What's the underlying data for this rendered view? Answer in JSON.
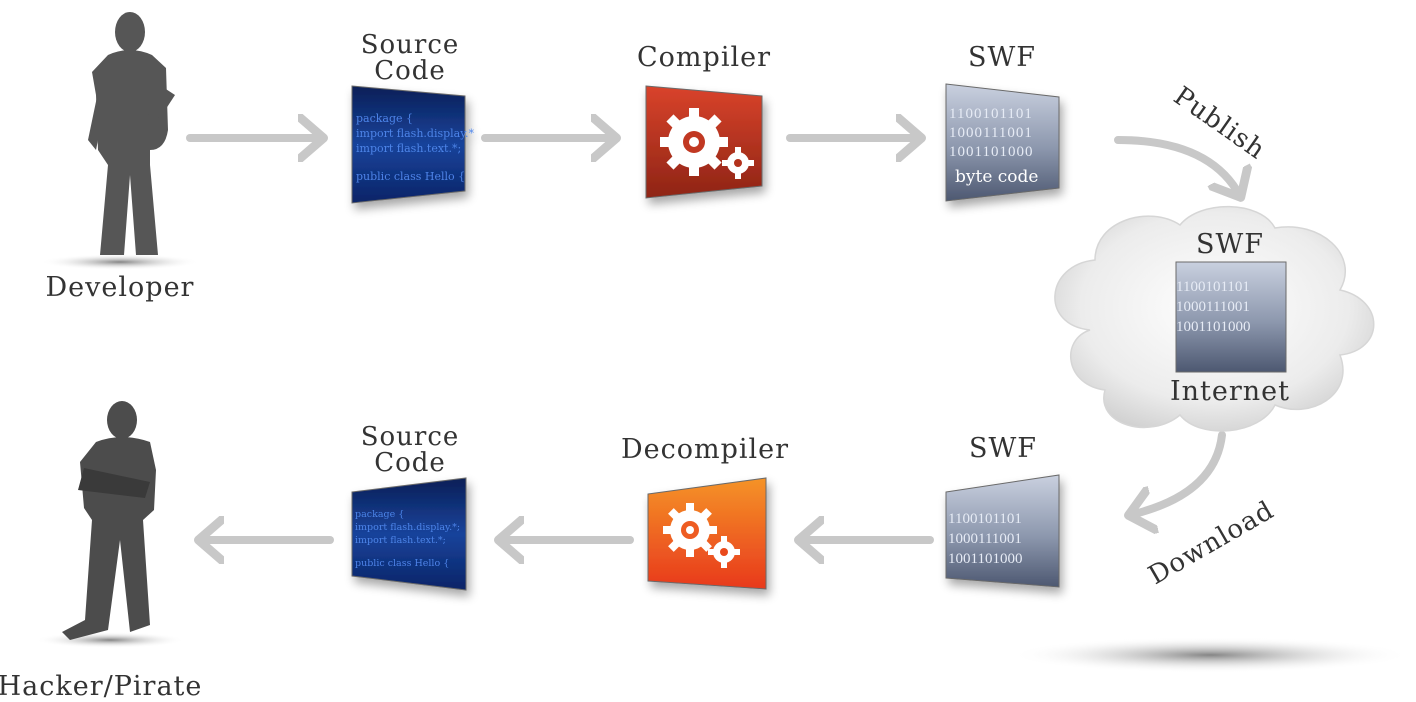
{
  "actors": {
    "developer": "Developer",
    "hacker": "Hacker/Pirate"
  },
  "top_row": {
    "source_label": [
      "Source",
      "Code"
    ],
    "compiler_label": "Compiler",
    "swf_label": "SWF",
    "code_lines": [
      "package {",
      "import flash.display.*",
      "import flash.text.*;",
      "public class Hello {"
    ],
    "binary_lines": [
      "1100101101",
      "1000111001",
      "1001101000"
    ],
    "bytecode_label": "byte code"
  },
  "cloud": {
    "swf_label": "SWF",
    "binary_lines": [
      "1100101101",
      "1000111001",
      "1001101000"
    ],
    "name": "Internet"
  },
  "bottom_row": {
    "source_label": [
      "Source",
      "Code"
    ],
    "decompiler_label": "Decompiler",
    "swf_label": "SWF",
    "code_lines": [
      "package {",
      "import flash.display.*;",
      "import flash.text.*;",
      "public class Hello {"
    ],
    "binary_lines": [
      "1100101101",
      "1000111001",
      "1001101000"
    ]
  },
  "arrow_labels": {
    "publish": "Publish",
    "download": "Download"
  },
  "colors": {
    "arrow": "#c8c8c8",
    "silhouette": "#555555",
    "code_panel": "#0d2f7a",
    "compiler_panel": "#b53220",
    "decompiler_panel": "#ee5a1f",
    "swf_panel": "#8e9ab0"
  }
}
